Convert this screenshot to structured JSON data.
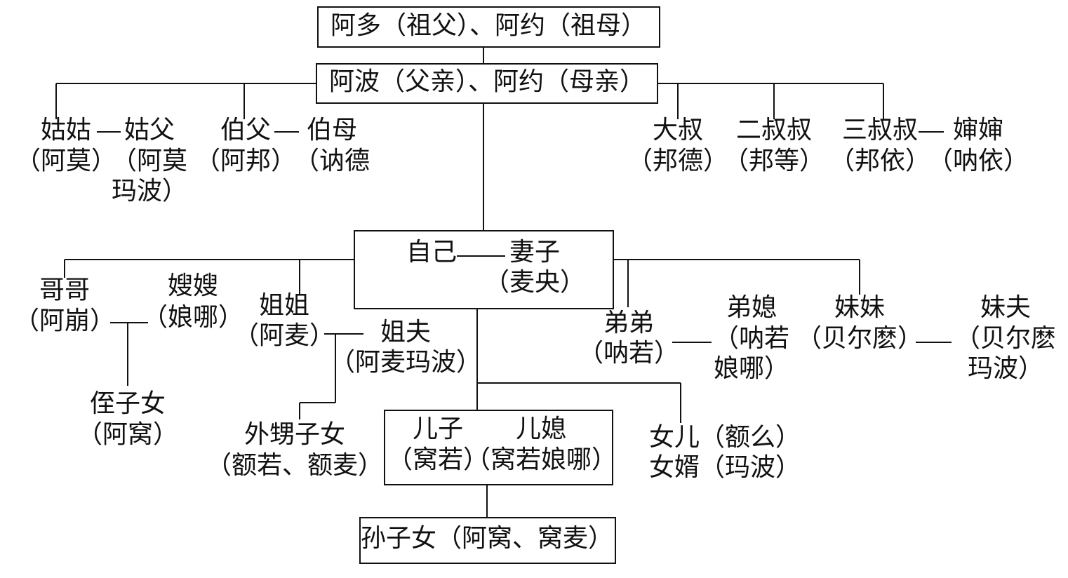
{
  "grandparents": "阿多（祖父）、阿约（祖母）",
  "parents": "阿波（父亲）、阿约（母亲）",
  "aunt": {
    "name": "姑姑",
    "alias": "（阿莫）"
  },
  "aunt_husband": {
    "name": "姑父",
    "alias_line1": "（阿莫",
    "alias_line2": "玛波）"
  },
  "uncle_elder": {
    "name": "伯父",
    "alias": "（阿邦）"
  },
  "uncle_elder_wife": {
    "name": "伯母",
    "alias": "（讷德"
  },
  "uncle_1": {
    "name": "大叔",
    "alias": "（邦德）"
  },
  "uncle_2": {
    "name": "二叔叔",
    "alias": "（邦等）"
  },
  "uncle_3": {
    "name": "三叔叔",
    "alias": "（邦依）"
  },
  "uncle_3_wife": {
    "name": "婶婶",
    "alias": "（呐依）"
  },
  "self": {
    "name": "自己",
    "spouse_name": "妻子",
    "spouse_alias": "（麦央）"
  },
  "elder_brother": {
    "name": "哥哥",
    "alias": "（阿崩）"
  },
  "elder_brother_wife": {
    "name": "嫂嫂",
    "alias": "（娘哪）"
  },
  "nephew_niece": {
    "name": "侄子女",
    "alias": "（阿窝）"
  },
  "elder_sister": {
    "name": "姐姐",
    "alias": "（阿麦）"
  },
  "elder_sister_husband": {
    "name": "姐夫",
    "alias": "（阿麦玛波）"
  },
  "sister_children": {
    "name": "外甥子女",
    "alias": "（额若、额麦）"
  },
  "younger_brother": {
    "name": "弟弟",
    "alias": "（呐若）"
  },
  "younger_brother_wife": {
    "name": "弟媳",
    "alias_line1": "（呐若",
    "alias_line2": "娘哪）"
  },
  "younger_sister": {
    "name": "妹妹",
    "alias": "（贝尔麽）"
  },
  "younger_sister_husband": {
    "name": "妹夫",
    "alias_line1": "（贝尔麽",
    "alias_line2": "玛波）"
  },
  "son": {
    "name": "儿子",
    "alias": "（窝若）"
  },
  "son_wife": {
    "name": "儿媳",
    "alias": "（窝若娘哪）"
  },
  "daughter": {
    "line1": "女儿（额么）",
    "line2": "女婿（玛波）"
  },
  "grandchildren": "孙子女（阿窝、窝麦）"
}
